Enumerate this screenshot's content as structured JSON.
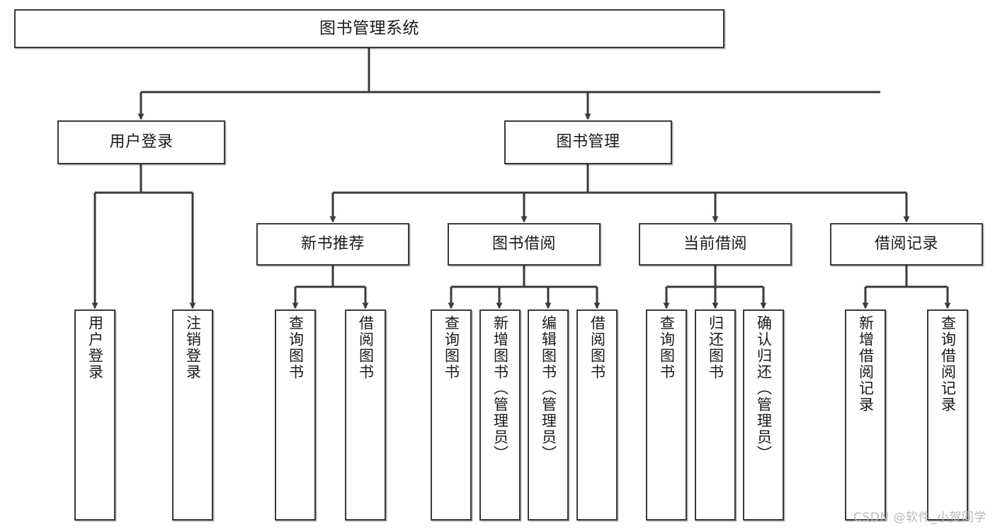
{
  "diagram": {
    "title": "图书管理系统",
    "type": "tree-hierarchy-chart",
    "watermark": "CSDN @软件_小贺同学",
    "colors": {
      "box_border": "#3a3a3a",
      "box_fill": "#ffffff",
      "edge": "#3a3a3a",
      "text": "#1a1a1a",
      "watermark": "#b9b9b9",
      "background": "#ffffff"
    },
    "levels": {
      "root": {
        "label": "图书管理系统"
      },
      "level2": [
        {
          "label": "用户登录"
        },
        {
          "label": "图书管理"
        }
      ],
      "level3": [
        {
          "label": "新书推荐"
        },
        {
          "label": "图书借阅"
        },
        {
          "label": "当前借阅"
        },
        {
          "label": "借阅记录"
        }
      ],
      "leaves": {
        "user_login": [
          {
            "label": "用户登录"
          },
          {
            "label": "注销登录"
          }
        ],
        "new_book_recommend": [
          {
            "label": "查询图书"
          },
          {
            "label": "借阅图书"
          }
        ],
        "book_borrow": [
          {
            "label": "查询图书"
          },
          {
            "label": "新增图书（管理员）"
          },
          {
            "label": "编辑图书（管理员）"
          },
          {
            "label": "借阅图书"
          }
        ],
        "current_borrow": [
          {
            "label": "查询图书"
          },
          {
            "label": "归还图书"
          },
          {
            "label": "确认归还（管理员）"
          }
        ],
        "borrow_record": [
          {
            "label": "新增借阅记录"
          },
          {
            "label": "查询借阅记录"
          }
        ]
      }
    }
  }
}
